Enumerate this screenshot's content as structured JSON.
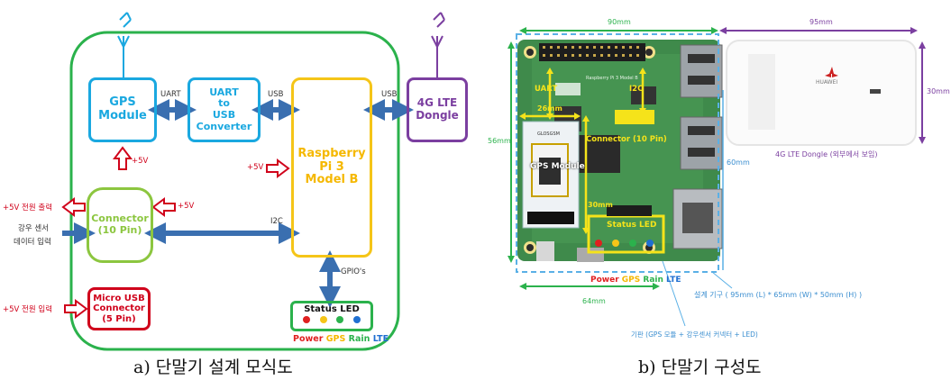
{
  "left": {
    "caption": "a) 단말기 설계 모식도",
    "blocks": {
      "gps": {
        "line1": "GPS",
        "line2": "Module",
        "color": "#1aa8e0"
      },
      "uart_conv": {
        "line1": "UART",
        "line2": "to",
        "line3": "USB",
        "line4": "Converter",
        "color": "#1aa8e0"
      },
      "rpi": {
        "line1": "Raspberry",
        "line2": "Pi 3",
        "line3": "Model B",
        "color": "#f5c518"
      },
      "lte": {
        "line1": "4G LTE",
        "line2": "Dongle",
        "color": "#7b3fa0"
      },
      "connector": {
        "line1": "Connector",
        "line2": "(10 Pin)",
        "color": "#8cc63f"
      },
      "microusb": {
        "line1": "Micro USB",
        "line2": "Connector",
        "line3": "(5 Pin)",
        "color": "#d0021b"
      },
      "status": {
        "title": "Status LED",
        "leds": [
          "Power",
          "GPS",
          "Rain",
          "LTE"
        ],
        "led_colors": [
          "#e02020",
          "#f5c518",
          "#2bb24c",
          "#1f6fd1"
        ]
      }
    },
    "labels": {
      "uart": "UART",
      "usb1": "USB",
      "usb2": "USB",
      "i2c": "I2C",
      "gpios": "GPIO's",
      "v_gps": "+5V",
      "v_rpi": "+5V",
      "v_conn": "+5V",
      "power_out": "+5V 전원 출력",
      "sensor_in_1": "강우 센서",
      "sensor_in_2": "데이터 입력",
      "power_in": "+5V 전원 입력"
    },
    "colors": {
      "outline": "#2bb24c",
      "arrow": "#3a6fb0",
      "power_arrow": "#d0021b"
    }
  },
  "right": {
    "caption": "b) 단말기 구성도",
    "dims": {
      "board_width": "90mm",
      "board_height": "56mm",
      "dongle_width": "95mm",
      "dongle_height": "30mm",
      "enclosure_height": "60mm",
      "gps_width": "26mm",
      "gps_height": "30mm",
      "base_width": "64mm"
    },
    "board_labels": {
      "uart": "UART",
      "i2c": "I2C",
      "gps_module": "GPS Module",
      "connector": "Connector (10 Pin)",
      "status_led": "Status LED",
      "brand_small": "Raspberry Pi 3 Model B",
      "chip_small": "GLOSGSM"
    },
    "led_legend": {
      "power": "Power",
      "gps": "GPS",
      "rain": "Rain",
      "lte": "LTE"
    },
    "dongle_note": "4G LTE Dongle (외부에서 보임)",
    "dongle_brand": "HUAWEI",
    "enclosure_note": "설계 기구 ( 95mm (L) * 65mm (W) * 50mm (H) )",
    "base_note": "기판 (GPS 모듈 + 강우센서 커넥터 + LED)"
  }
}
